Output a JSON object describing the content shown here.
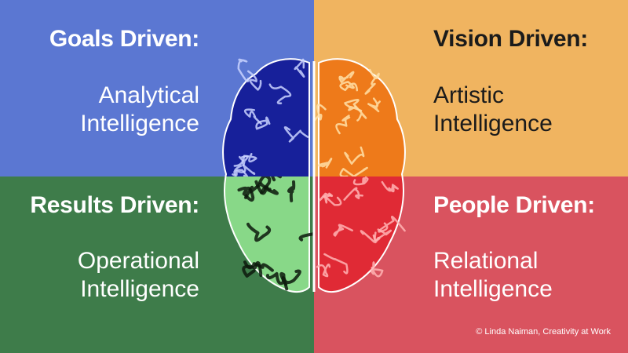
{
  "colors": {
    "top_left": "#5b77d2",
    "top_right": "#f0b460",
    "bottom_left": "#3e7c4a",
    "bottom_right": "#d9535f",
    "light_text": "#ffffff",
    "dark_text": "#1b1b1b"
  },
  "quadrants": {
    "top_left": {
      "heading": "Goals Driven:",
      "line1": "Analytical",
      "line2": "Intelligence"
    },
    "top_right": {
      "heading": "Vision Driven:",
      "line1": "Artistic",
      "line2": "Intelligence"
    },
    "bottom_left": {
      "heading": "Results Driven:",
      "line1": "Operational",
      "line2": "Intelligence"
    },
    "bottom_right": {
      "heading": "People Driven:",
      "line1": "Relational",
      "line2": "Intelligence"
    }
  },
  "brain": {
    "icon": "brain-illustration",
    "colors": {
      "top_left": "#17209a",
      "top_right": "#ee7a1a",
      "bottom_left": "#88d888",
      "bottom_right": "#e02a35"
    }
  },
  "footer": {
    "copyright": "© Linda Naiman, Creativity at Work"
  }
}
